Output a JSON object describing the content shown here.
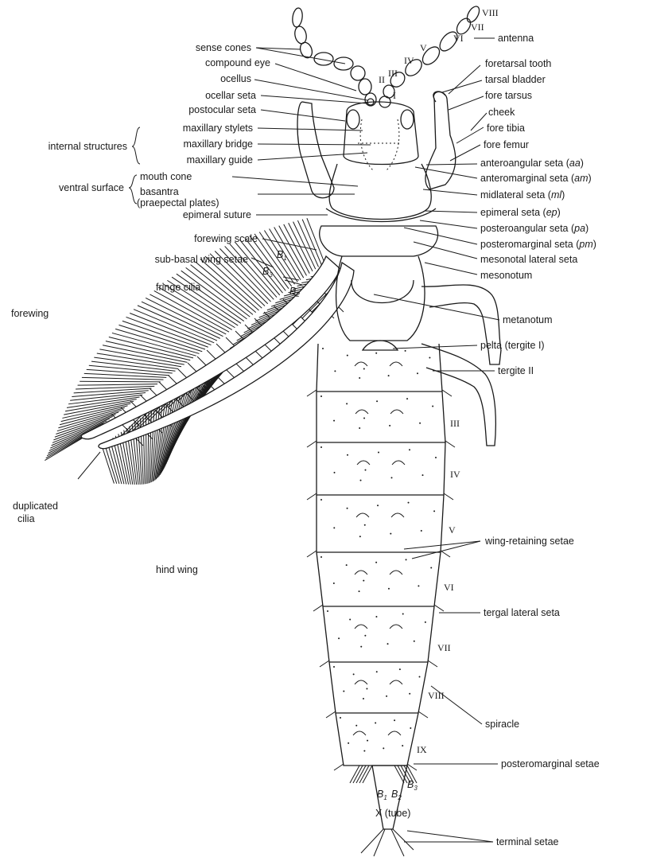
{
  "right_labels": {
    "antenna": "antenna",
    "foretarsal_tooth": "foretarsal tooth",
    "tarsal_bladder": "tarsal bladder",
    "fore_tarsus": "fore tarsus",
    "cheek": "cheek",
    "fore_tibia": "fore tibia",
    "fore_femur": "fore femur",
    "anteroangular_seta": "anteroangular seta (",
    "anteroangular_abbr": "aa",
    "anteromarginal_seta": "anteromarginal seta (",
    "anteromarginal_abbr": "am",
    "midlateral_seta": "midlateral seta (",
    "midlateral_abbr": "ml",
    "epimeral_seta": "epimeral seta (",
    "epimeral_abbr": "ep",
    "posteroangular_seta": "posteroangular seta (",
    "posteroangular_abbr": "pa",
    "posteromarginal_seta": "posteromarginal seta (",
    "posteromarginal_abbr": "pm",
    "close_paren": ")",
    "mesonotal_lateral_seta": "mesonotal lateral seta",
    "mesonotum": "mesonotum",
    "metanotum": "metanotum",
    "pelta": "pelta (tergite I)",
    "tergite_ii": "tergite II",
    "wing_retaining_setae": "wing-retaining setae",
    "tergal_lateral_seta": "tergal lateral seta",
    "spiracle": "spiracle",
    "posteromarginal_setae": "posteromarginal setae",
    "terminal_setae": "terminal setae"
  },
  "left_labels": {
    "sense_cones": "sense cones",
    "compound_eye": "compound eye",
    "ocellus": "ocellus",
    "ocellar_seta": "ocellar seta",
    "postocular_seta": "postocular seta",
    "maxillary_stylets": "maxillary stylets",
    "maxillary_bridge": "maxillary bridge",
    "maxillary_guide": "maxillary guide",
    "internal_structures": "internal structures",
    "mouth_cone": "mouth cone",
    "ventral_surface": "ventral surface",
    "basantra": "basantra",
    "praepectal_plates": "(praepectal plates)",
    "epimeral_suture": "epimeral suture",
    "forewing_scale": "forewing scale",
    "sub_basal_wing_setae": "sub-basal wing setae",
    "fringe_cilia": "fringe cilia",
    "forewing": "forewing",
    "duplicated_cilia_1": "duplicated",
    "duplicated_cilia_2": "cilia",
    "hind_wing": "hind wing"
  },
  "segment_numerals": {
    "antenna": [
      "I",
      "II",
      "III",
      "IV",
      "V",
      "VI",
      "VII",
      "VIII"
    ],
    "abdomen": [
      "III",
      "IV",
      "V",
      "VI",
      "VII",
      "VIII",
      "IX"
    ],
    "tube": "X (tube)"
  },
  "seta_codes": {
    "b1": "B",
    "b1_sub": "1",
    "b2": "B",
    "b2_sub": "2",
    "b3": "B",
    "b3_sub": "3"
  }
}
